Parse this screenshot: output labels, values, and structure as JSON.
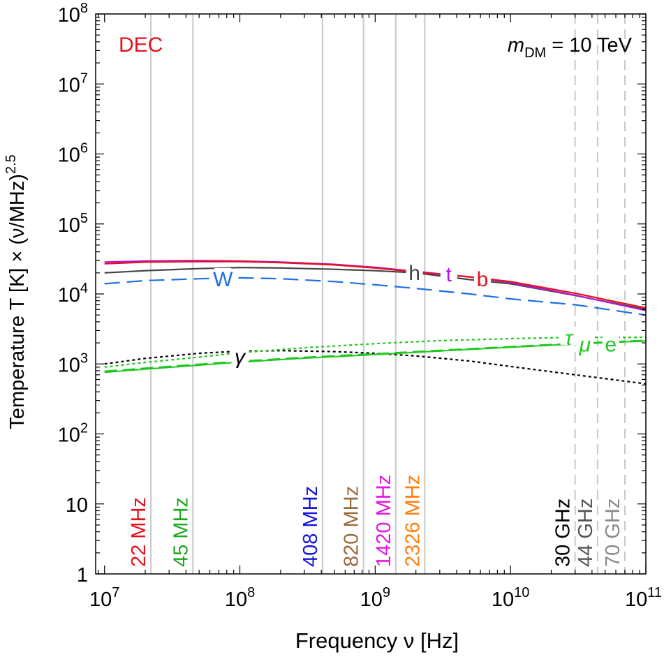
{
  "chart_data": {
    "type": "line",
    "xlabel": "Frequency ν [Hz]",
    "ylabel": "Temperature T [K] × (ν/MHz)",
    "ylabel_exponent": "2.5",
    "xscale": "log",
    "yscale": "log",
    "xlim": [
      8600000.0,
      100000000000.0
    ],
    "ylim": [
      1,
      100000000.0
    ],
    "x_ticks": [
      {
        "value": 10000000.0,
        "base": "10",
        "exp": "7"
      },
      {
        "value": 100000000.0,
        "base": "10",
        "exp": "8"
      },
      {
        "value": 1000000000.0,
        "base": "10",
        "exp": "9"
      },
      {
        "value": 10000000000.0,
        "base": "10",
        "exp": "10"
      },
      {
        "value": 100000000000.0,
        "base": "10",
        "exp": "11"
      }
    ],
    "y_ticks": [
      {
        "value": 1,
        "base": "1",
        "exp": ""
      },
      {
        "value": 10,
        "base": "10",
        "exp": ""
      },
      {
        "value": 100,
        "base": "10",
        "exp": "2"
      },
      {
        "value": 1000,
        "base": "10",
        "exp": "3"
      },
      {
        "value": 10000.0,
        "base": "10",
        "exp": "4"
      },
      {
        "value": 100000.0,
        "base": "10",
        "exp": "5"
      },
      {
        "value": 1000000.0,
        "base": "10",
        "exp": "6"
      },
      {
        "value": 10000000.0,
        "base": "10",
        "exp": "7"
      },
      {
        "value": 100000000.0,
        "base": "10",
        "exp": "8"
      }
    ],
    "annotations": {
      "top_left": {
        "text": "DEC",
        "color": "#e8101a"
      },
      "top_right": {
        "symbol": "m",
        "subscript": "DM",
        "rest": " = 10 TeV",
        "color": "#000000"
      }
    },
    "frequency_lines": [
      {
        "freq": 22000000.0,
        "label": "22 MHz",
        "color": "#e8101a",
        "style": "solid"
      },
      {
        "freq": 45000000.0,
        "label": "45 MHz",
        "color": "#1fa71f",
        "style": "solid"
      },
      {
        "freq": 408000000.0,
        "label": "408 MHz",
        "color": "#1414d8",
        "style": "solid"
      },
      {
        "freq": 820000000.0,
        "label": "820 MHz",
        "color": "#9a6b3c",
        "style": "solid"
      },
      {
        "freq": 1420000000.0,
        "label": "1420 MHz",
        "color": "#e614e6",
        "style": "solid"
      },
      {
        "freq": 2326000000.0,
        "label": "2326 MHz",
        "color": "#ff7f0e",
        "style": "solid"
      },
      {
        "freq": 30000000000.0,
        "label": "30 GHz",
        "color": "#000000",
        "style": "dashed"
      },
      {
        "freq": 44000000000.0,
        "label": "44 GHz",
        "color": "#555555",
        "style": "dashed"
      },
      {
        "freq": 70000000000.0,
        "label": "70 GHz",
        "color": "#8a8a8a",
        "style": "dashed"
      }
    ],
    "series": [
      {
        "name": "W",
        "color": "#1f6fe0",
        "dash": "22,10",
        "width": 2.2,
        "label_at": [
          75000000.0,
          15500.0
        ],
        "x": [
          10000000.0,
          20000000.0,
          50000000.0,
          100000000.0,
          200000000.0,
          500000000.0,
          1000000000.0,
          2000000000.0,
          5000000000.0,
          10000000000.0,
          30000000000.0,
          100000000000.0
        ],
        "y": [
          14000,
          15500,
          16500,
          17000,
          16500,
          15000,
          13500,
          12000,
          10000,
          8500,
          7000,
          5000
        ]
      },
      {
        "name": "h",
        "color": "#444444",
        "dash": "",
        "width": 2.2,
        "label_at": [
          1950000000.0,
          19000.0
        ],
        "x": [
          10000000.0,
          20000000.0,
          50000000.0,
          80000000.0,
          100000000.0,
          200000000.0,
          500000000.0,
          1000000000.0,
          2000000000.0,
          5000000000.0,
          10000000000.0,
          30000000000.0,
          100000000000.0
        ],
        "y": [
          20000,
          21500,
          23000,
          23500,
          23800,
          23500,
          22500,
          21500,
          20000,
          16000,
          14000,
          9500,
          6000
        ]
      },
      {
        "name": "t",
        "color": "#b01ad8",
        "dash": "",
        "width": 2.2,
        "label_at": [
          3500000000.0,
          18200.0
        ],
        "x": [
          10000000.0,
          20000000.0,
          50000000.0,
          100000000.0,
          200000000.0,
          500000000.0,
          1000000000.0,
          2000000000.0,
          5000000000.0,
          10000000000.0,
          30000000000.0,
          100000000000.0
        ],
        "y": [
          28500,
          29500,
          30000,
          29500,
          28500,
          26500,
          24000,
          21000,
          17500,
          14500,
          9600,
          5800
        ]
      },
      {
        "name": "b",
        "color": "#e8101a",
        "dash": "",
        "width": 2.2,
        "label_at": [
          6200000000.0,
          15500.0
        ],
        "x": [
          10000000.0,
          20000000.0,
          50000000.0,
          100000000.0,
          200000000.0,
          500000000.0,
          1000000000.0,
          2000000000.0,
          5000000000.0,
          10000000000.0,
          30000000000.0,
          100000000000.0
        ],
        "y": [
          27000,
          28500,
          29000,
          29000,
          28000,
          26000,
          23500,
          20500,
          17500,
          15000,
          10200,
          6300
        ]
      },
      {
        "name": "γ",
        "color": "#000000",
        "dash": "4,4",
        "width": 2.2,
        "label_at": [
          100000000.0,
          1200.0
        ],
        "x": [
          10000000.0,
          20000000.0,
          50000000.0,
          100000000.0,
          200000000.0,
          500000000.0,
          1000000000.0,
          2000000000.0,
          5000000000.0,
          10000000000.0,
          30000000000.0,
          100000000000.0
        ],
        "y": [
          1000,
          1200,
          1420,
          1520,
          1550,
          1500,
          1420,
          1300,
          1100,
          920,
          700,
          520
        ]
      },
      {
        "name": "τ",
        "color": "#1fc81f",
        "dash": "4,4",
        "width": 2.2,
        "label_at": [
          27000000000.0,
          2250.0
        ],
        "x": [
          10000000.0,
          20000000.0,
          50000000.0,
          100000000.0,
          300000000.0,
          1000000000.0,
          3000000000.0,
          10000000000.0,
          30000000000.0,
          100000000000.0
        ],
        "y": [
          900,
          1050,
          1250,
          1450,
          1700,
          1950,
          2150,
          2300,
          2400,
          2400
        ]
      },
      {
        "name": "μ",
        "color": "#1fc81f",
        "dash": "18,8",
        "width": 3,
        "label_at": [
          35500000000.0,
          1800.0
        ],
        "x": [
          10000000.0,
          20000000.0,
          50000000.0,
          100000000.0,
          300000000.0,
          1000000000.0,
          3000000000.0,
          10000000000.0,
          30000000000.0,
          100000000000.0
        ],
        "y": [
          780,
          860,
          980,
          1080,
          1230,
          1380,
          1550,
          1750,
          1950,
          2150
        ]
      },
      {
        "name": "e",
        "color": "#1fc81f",
        "dash": "",
        "width": 2,
        "label_at": [
          55000000000.0,
          1800.0
        ],
        "x": [
          10000000.0,
          20000000.0,
          50000000.0,
          100000000.0,
          300000000.0,
          1000000000.0,
          3000000000.0,
          10000000000.0,
          30000000000.0,
          100000000000.0
        ],
        "y": [
          760,
          840,
          960,
          1060,
          1210,
          1360,
          1530,
          1730,
          1930,
          2130
        ]
      }
    ]
  }
}
